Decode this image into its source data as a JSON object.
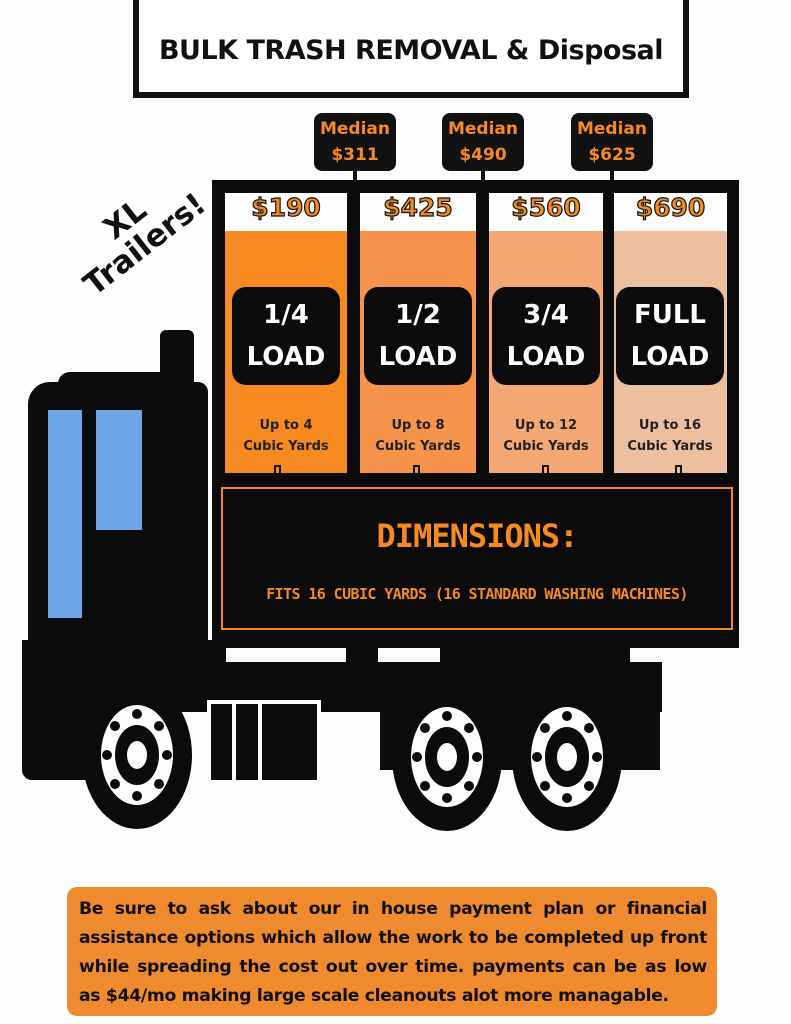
{
  "title": "BULK TRASH REMOVAL & Disposal",
  "badge": "XL Trailers!",
  "medians": [
    {
      "label": "Median",
      "value": "$311"
    },
    {
      "label": "Median",
      "value": "$490"
    },
    {
      "label": "Median",
      "value": "$625"
    }
  ],
  "loads": [
    {
      "price": "$190",
      "line1": "1/4",
      "line2": "LOAD",
      "yards1": "Up to 4",
      "yards2": "Cubic Yards",
      "color": "#f6891f"
    },
    {
      "price": "$425",
      "line1": "1/2",
      "line2": "LOAD",
      "yards1": "Up to 8",
      "yards2": "Cubic Yards",
      "color": "#f5944a"
    },
    {
      "price": "$560",
      "line1": "3/4",
      "line2": "LOAD",
      "yards1": "Up to 12",
      "yards2": "Cubic Yards",
      "color": "#f3a873"
    },
    {
      "price": "$690",
      "line1": "FULL",
      "line2": "LOAD",
      "yards1": "Up to 16",
      "yards2": "Cubic Yards",
      "color": "#edbf9f"
    }
  ],
  "dimensions": {
    "title": "DIMENSIONS:",
    "subtitle": "FITS 16 CUBIC YARDS (16 STANDARD WASHING MACHINES)"
  },
  "note": "Be sure to ask about our in house payment plan or financial assistance options which allow the work to be completed up front while spreading the cost out over time.  payments can be as low as $44/mo making large scale cleanouts alot more managable.",
  "colors": {
    "accent": "#f6891f",
    "window": "#6fa6e6",
    "truck": "#0b0b0b"
  }
}
